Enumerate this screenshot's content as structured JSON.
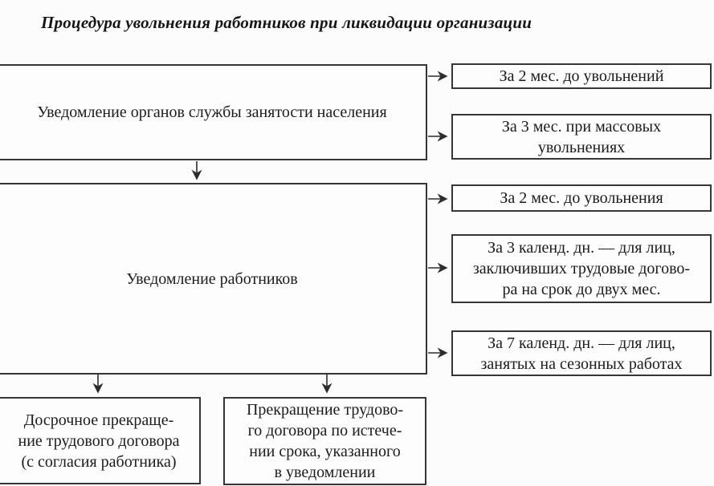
{
  "title": "Процедура увольнения работников при ликвидации организации",
  "nodes": {
    "notify_employment_service": "Уведомление органов службы занятости населения",
    "notify_workers": "Уведомление работников",
    "early_termination": "Досрочное прекраще-\nние трудового договора\n(с согласия работника)",
    "termination_after_notice_period": "Прекращение трудово-\nго договора по истече-\nнии срока, указанного\nв уведомлении"
  },
  "deadlines": [
    "За 2 мес. до увольнений",
    "За 3 мес. при массовых\nувольнениях",
    "За 2 мес. до увольнения",
    "За 3 календ. дн. — для лиц,\nзаключивших трудовые догово-\nра на срок до двух мес.",
    "За 7 календ. дн. — для лиц,\nзанятых на сезонных работах"
  ],
  "colors": {
    "background": "#fcfcfc",
    "box_border": "#363636",
    "text": "#1b1b1b",
    "arrow": "#2c2c2c"
  }
}
